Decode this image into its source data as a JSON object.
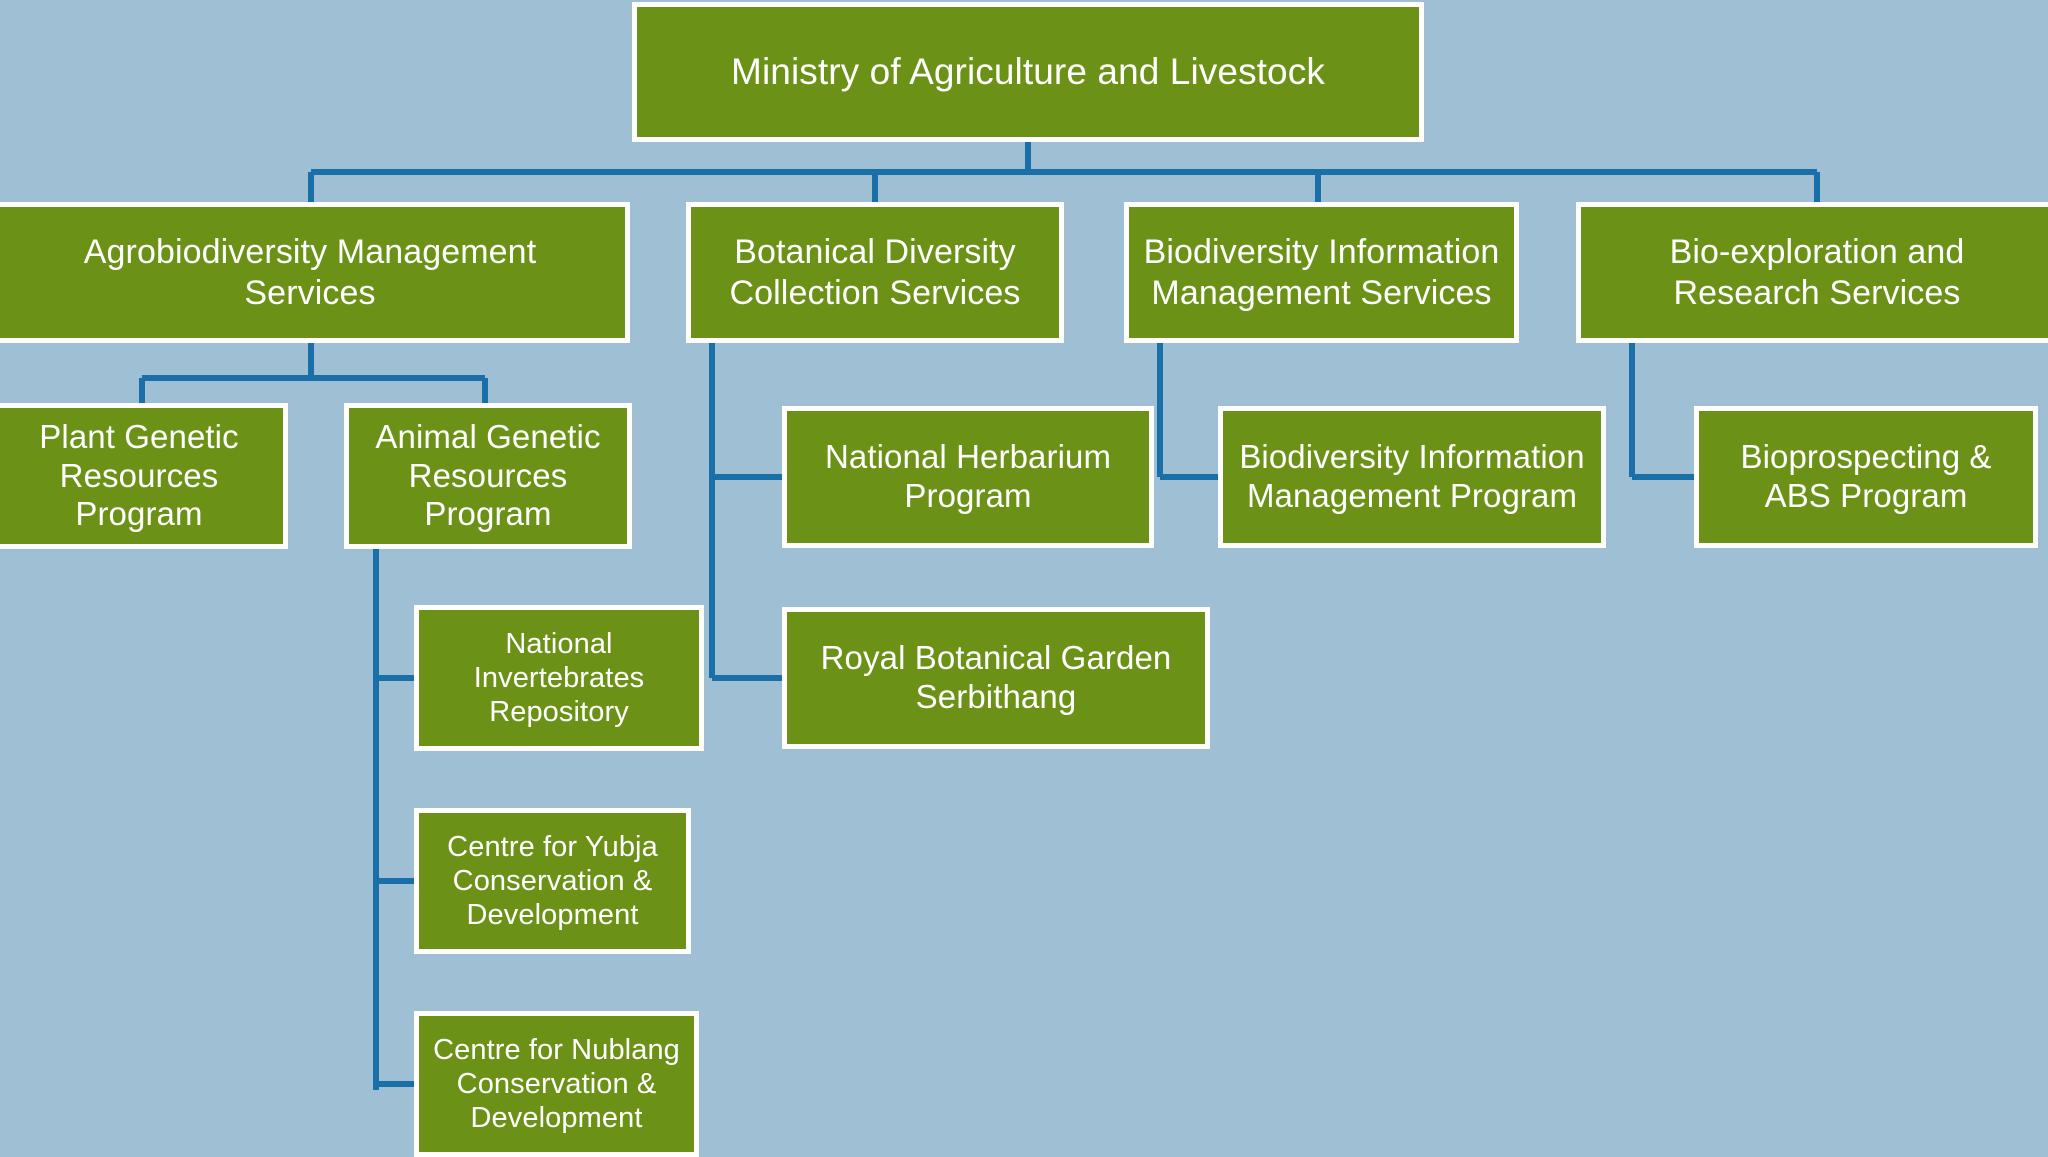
{
  "theme": {
    "background_color": "#9fbfd4",
    "node_fill_color": "#6c9117",
    "node_border_color": "#ffffff",
    "node_text_color": "#ffffff",
    "connector_color": "#1b6fa8"
  },
  "chart": {
    "type": "organizational-chart",
    "root": {
      "id": "ministry",
      "label": "Ministry of Agriculture and Livestock"
    },
    "divisions": [
      {
        "id": "agrobiodiversity-management-services",
        "label": "Agrobiodiversity Management\nServices",
        "children": [
          {
            "id": "plant-genetic-resources-program",
            "label": "Plant Genetic\nResources\nProgram",
            "children": []
          },
          {
            "id": "animal-genetic-resources-program",
            "label": "Animal Genetic\nResources\nProgram",
            "children": [
              {
                "id": "national-invertebrates-repository",
                "label": "National\nInvertebrates\nRepository"
              },
              {
                "id": "centre-for-yubja-conservation-development",
                "label": "Centre for Yubja\nConservation &\nDevelopment"
              },
              {
                "id": "centre-for-nublang-conservation-development",
                "label": "Centre for Nublang\nConservation &\nDevelopment"
              }
            ]
          }
        ]
      },
      {
        "id": "botanical-diversity-collection-services",
        "label": "Botanical Diversity\nCollection Services",
        "children": [
          {
            "id": "national-herbarium-program",
            "label": "National Herbarium\nProgram"
          },
          {
            "id": "royal-botanical-garden-serbithang",
            "label": "Royal Botanical Garden\nSerbithang"
          }
        ]
      },
      {
        "id": "biodiversity-information-management-services",
        "label": "Biodiversity Information\nManagement Services",
        "children": [
          {
            "id": "biodiversity-information-management-program",
            "label": "Biodiversity Information\nManagement Program"
          }
        ]
      },
      {
        "id": "bio-exploration-and-research-services",
        "label": "Bio-exploration and\nResearch Services",
        "children": [
          {
            "id": "bioprospecting-abs-program",
            "label": "Bioprospecting &\nABS Program"
          }
        ]
      }
    ]
  }
}
